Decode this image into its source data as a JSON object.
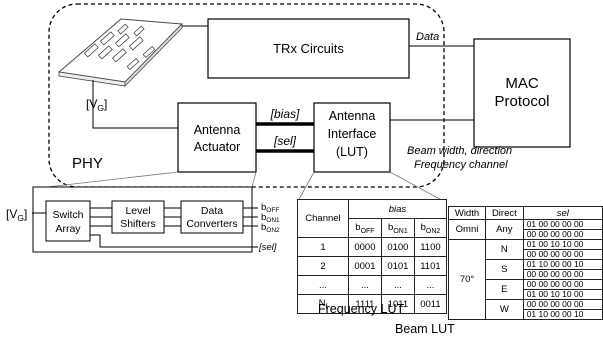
{
  "phy": {
    "label": "PHY",
    "trx_circuits": "TRx Circuits",
    "antenna_actuator": [
      "Antenna",
      "Actuator"
    ],
    "antenna_interface": [
      "Antenna",
      "Interface",
      "(LUT)"
    ],
    "bias_label": "[bias]",
    "sel_label": "[sel]",
    "vg_label": "[V",
    "vg_sub": "G",
    "vg_close": "]"
  },
  "mac": {
    "label": [
      "MAC",
      "Protocol"
    ]
  },
  "links": {
    "data_label": "Data",
    "beam_label": "Beam width, direction",
    "frequency_label": "Frequency channel"
  },
  "actuator_detail": {
    "vg_label": "[V",
    "vg_sub": "G",
    "vg_close": "]",
    "switch_array": [
      "Switch",
      "Array"
    ],
    "level_shifters": [
      "Level",
      "Shifters"
    ],
    "data_converters": [
      "Data",
      "Converters"
    ],
    "outputs": [
      {
        "base": "b",
        "sub": "OFF"
      },
      {
        "base": "b",
        "sub": "ON1"
      },
      {
        "base": "b",
        "sub": "ON2"
      }
    ],
    "sel_label": "[sel]"
  },
  "frequency_lut": {
    "caption": "Frequency LUT",
    "channel_header": "Channel",
    "bias_header": "bias",
    "sub_headers": [
      {
        "base": "b",
        "sub": "OFF"
      },
      {
        "base": "b",
        "sub": "ON1"
      },
      {
        "base": "b",
        "sub": "ON2"
      }
    ],
    "rows": [
      {
        "channel": "1",
        "off": "0000",
        "on1": "0100",
        "on2": "1100"
      },
      {
        "channel": "2",
        "off": "0001",
        "on1": "0101",
        "on2": "1101"
      },
      {
        "channel": "...",
        "off": "...",
        "on1": "...",
        "on2": "..."
      }
    ],
    "last_row": {
      "base": "N",
      "sub": "f",
      "off": "1111",
      "on1": "1011",
      "on2": "0011"
    }
  },
  "beam_lut": {
    "caption": "Beam LUT",
    "headers": [
      "Width",
      "Direct",
      "sel"
    ],
    "omni": {
      "width": "Omni",
      "direct": "Any",
      "sel": [
        "01 00 00 00 00",
        "00 00 00 00 00"
      ]
    },
    "narrow_width": "70°",
    "rows": [
      {
        "direct": "N",
        "sel": [
          "01 00 10 10 00",
          "00 00 00 00 00"
        ]
      },
      {
        "direct": "S",
        "sel": [
          "01 10 00 00 10",
          "00 00 00 00 00"
        ]
      },
      {
        "direct": "E",
        "sel": [
          "00 00 00 00 00",
          "01 00 10 10 00"
        ]
      },
      {
        "direct": "W",
        "sel": [
          "00 00 00 00 00",
          "01 10 00 00 10"
        ]
      }
    ]
  }
}
